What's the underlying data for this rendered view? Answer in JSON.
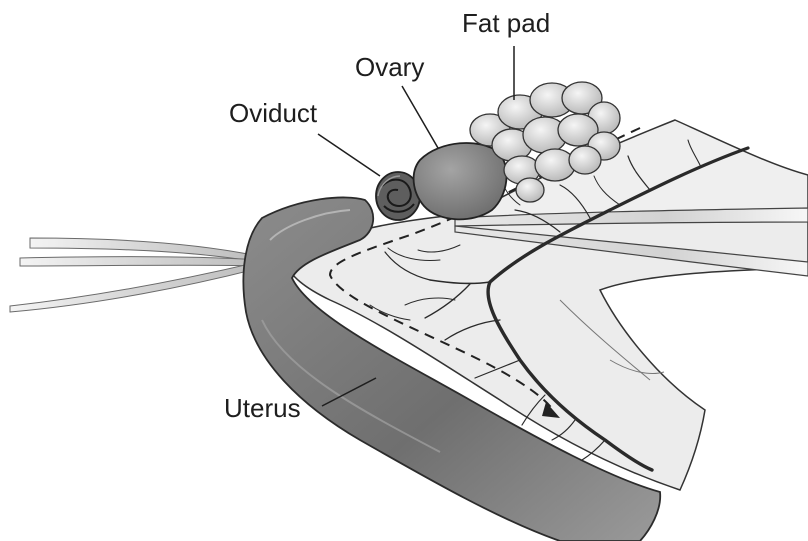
{
  "labels": {
    "fat_pad": "Fat pad",
    "ovary": "Ovary",
    "oviduct": "Oviduct",
    "uterus": "Uterus"
  },
  "colors": {
    "uterus": "#7a7a7a",
    "uterus_light": "#a9a9a9",
    "mesentery": "#ececec",
    "ovary": "#8a8a8a",
    "oviduct": "#6a6a6a",
    "fat_pad": "#cfcfcf",
    "vessel": "#2a2a2a",
    "outline": "#2b2b2b",
    "text": "#1e1e1e"
  }
}
